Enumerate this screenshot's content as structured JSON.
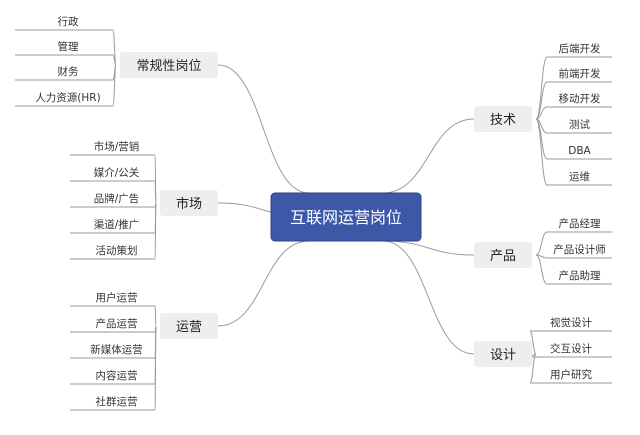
{
  "center": {
    "label": "互联网运营岗位"
  },
  "branches": [
    {
      "id": "general",
      "label": "常规性岗位",
      "children": [
        "行政",
        "管理",
        "财务",
        "人力资源(HR)"
      ]
    },
    {
      "id": "market",
      "label": "市场",
      "children": [
        "市场/营销",
        "媒介/公关",
        "品牌/广告",
        "渠道/推广",
        "活动策划"
      ]
    },
    {
      "id": "ops",
      "label": "运营",
      "children": [
        "用户运营",
        "产品运营",
        "新媒体运营",
        "内容运营",
        "社群运营"
      ]
    },
    {
      "id": "tech",
      "label": "技术",
      "children": [
        "后端开发",
        "前端开发",
        "移动开发",
        "测试",
        "DBA",
        "运维"
      ]
    },
    {
      "id": "product",
      "label": "产品",
      "children": [
        "产品经理",
        "产品设计师",
        "产品助理"
      ]
    },
    {
      "id": "design",
      "label": "设计",
      "children": [
        "视觉设计",
        "交互设计",
        "用户研究"
      ]
    }
  ]
}
